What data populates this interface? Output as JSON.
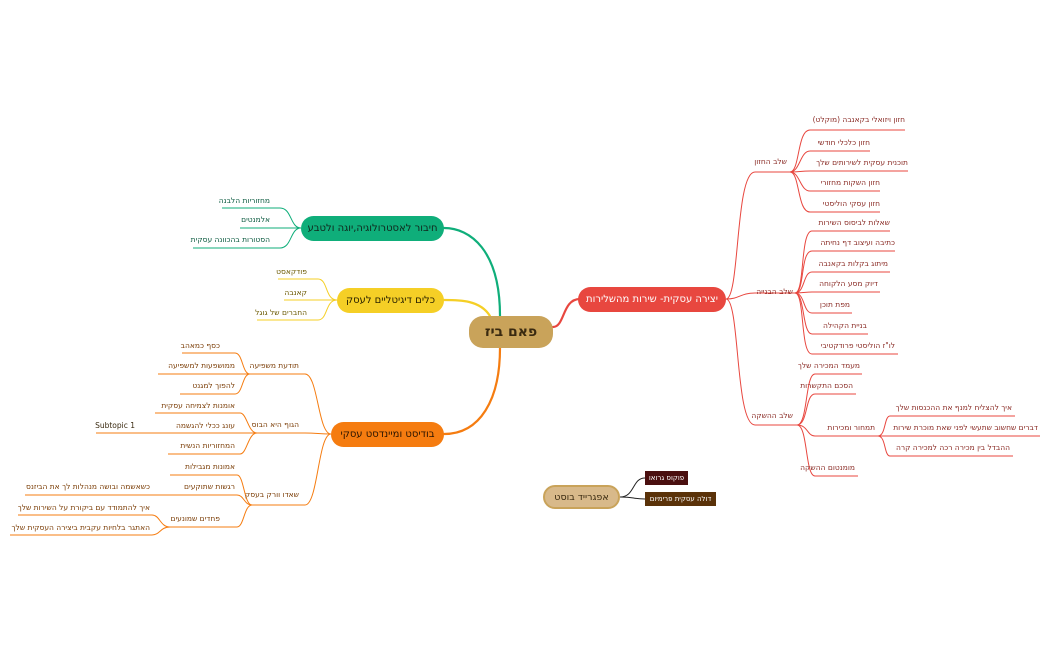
{
  "central": {
    "label": "פאם ביז"
  },
  "floating": {
    "label": "אפגרייד בוסט",
    "tags": [
      {
        "label": "פוקוס גרואו",
        "color": "#4a0f0f"
      },
      {
        "label": "דולה עסקית פרימיום",
        "color": "#5a3209"
      }
    ]
  },
  "topics": {
    "services": {
      "label": "יצירה עסקית- שירות מהשלירות",
      "color": "#e8473f",
      "groups": [
        {
          "label": "שלב החזון",
          "items": [
            "חזון ויזואלי בקאנבה (מוקלט)",
            "חזון כלכלי חודשי",
            "תוכנית עסקית לשירותים שלך",
            "חזון השקות מחזורי",
            "חזון עסקי הוליסטי"
          ]
        },
        {
          "label": "שלב הבנייה",
          "items": [
            "שאלות לביסוס השירות",
            "כתיבה ועיצוב דף נחיתה",
            "מיתוג בקלות בקאנבה",
            "דיוק מסע הלקוחה",
            "מפת תוכן",
            "בניית הקהילה",
            "לו\"ז הוליסטי פרודקטיבי"
          ]
        },
        {
          "label": "שלב ההשקה",
          "items": [
            "מעמד המכירה שלך",
            "הסכם התקשרות",
            "תמחור ומכירות",
            "מומנטום ההשקה"
          ],
          "sub": [
            "איך להצליח למנף את ההכנסות שלך",
            "דברים שחשוב שתעשי לפני שאת מוכרת שירות",
            "ההבדל בין מכירה רכה למכירה קרה"
          ]
        }
      ]
    },
    "astro": {
      "label": "חיבור לאסטרולוגיה,יוגה ולטבע",
      "color": "#0fae7a",
      "items": [
        "מחזוריות הלבנה",
        "אלמנטים",
        "הסטורות בהכוונה עסקית"
      ]
    },
    "digital": {
      "label": "כלים דיגיטליים לעסק",
      "color": "#f5cf26",
      "items": [
        "פודקאסט",
        "קאנבה",
        "החברים של גוגל"
      ]
    },
    "mindset": {
      "label": "בודיסט ומיינדסט עסקי",
      "color": "#f57c10",
      "groups": [
        {
          "label": "תודעת משפיעה",
          "items": [
            "כסף כמאהב",
            "ממושפעות למשפיעה",
            "להפוך למגנט"
          ]
        },
        {
          "label": "הגוף היא הבוס",
          "items": [
            "אומנות לצמיחה עסקית",
            "עונג ככלי להגשמה",
            "המחזוריות הנשית"
          ],
          "subtopic": "Subtopic 1"
        },
        {
          "label": "שאדו וורק בעסק",
          "items": [
            "אמונות מגבילות",
            "רגשות שתוקעים",
            "פחדים שמונעים"
          ],
          "sub": [
            "כשאשמה ובושה מנהלות לך את הביזנס",
            "איך להתמודד עם ביקורת על השירות שלך",
            "האתגר בלחיות עקבית ביצירה העסקית שלך"
          ]
        }
      ]
    }
  }
}
